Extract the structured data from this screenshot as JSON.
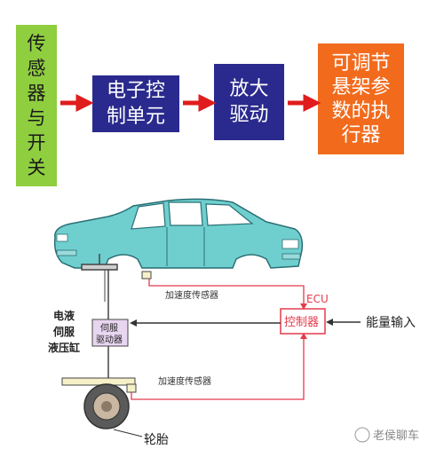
{
  "flow": {
    "sensor_switch": "传\n感\n器\n与\n开\n关",
    "ecu_unit": "电子控\n制单元",
    "amp_drive": "放大\n驱动",
    "actuator": "可调节\n悬架参\n数的执\n行器"
  },
  "schematic": {
    "accel_sensor_top": "加速度传感器",
    "accel_sensor_bottom": "加速度传感器",
    "ecu": "ECU",
    "controller": "控制器",
    "energy_input": "能量输入",
    "cylinder": "电液\n伺服\n液压缸",
    "servo_driver": "伺服\n驱动器",
    "tire": "轮胎"
  },
  "watermark": "老侯聊车",
  "colors": {
    "green": "#8fce3f",
    "navy": "#2a2a8e",
    "orange": "#f26b1d",
    "arrow_red": "#e01c1c",
    "car_body": "#6fcfcf",
    "wire": "#e43b4b"
  }
}
